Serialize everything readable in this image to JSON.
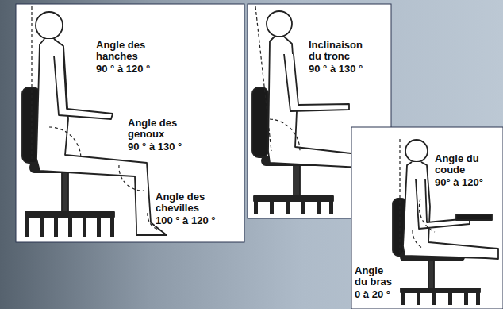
{
  "diagram": {
    "labels": [
      "Angle des hanches",
      "90 ° à 120 °",
      "Angle des genoux",
      "90 ° à 130 °",
      "Angle des chevilles",
      "100 ° à 120 °",
      "Inclinaison du tronc",
      "90 ° à 130 °",
      "Angle du coude",
      "90° à 120°",
      "Angle du bras",
      "0 à 20 °"
    ]
  }
}
